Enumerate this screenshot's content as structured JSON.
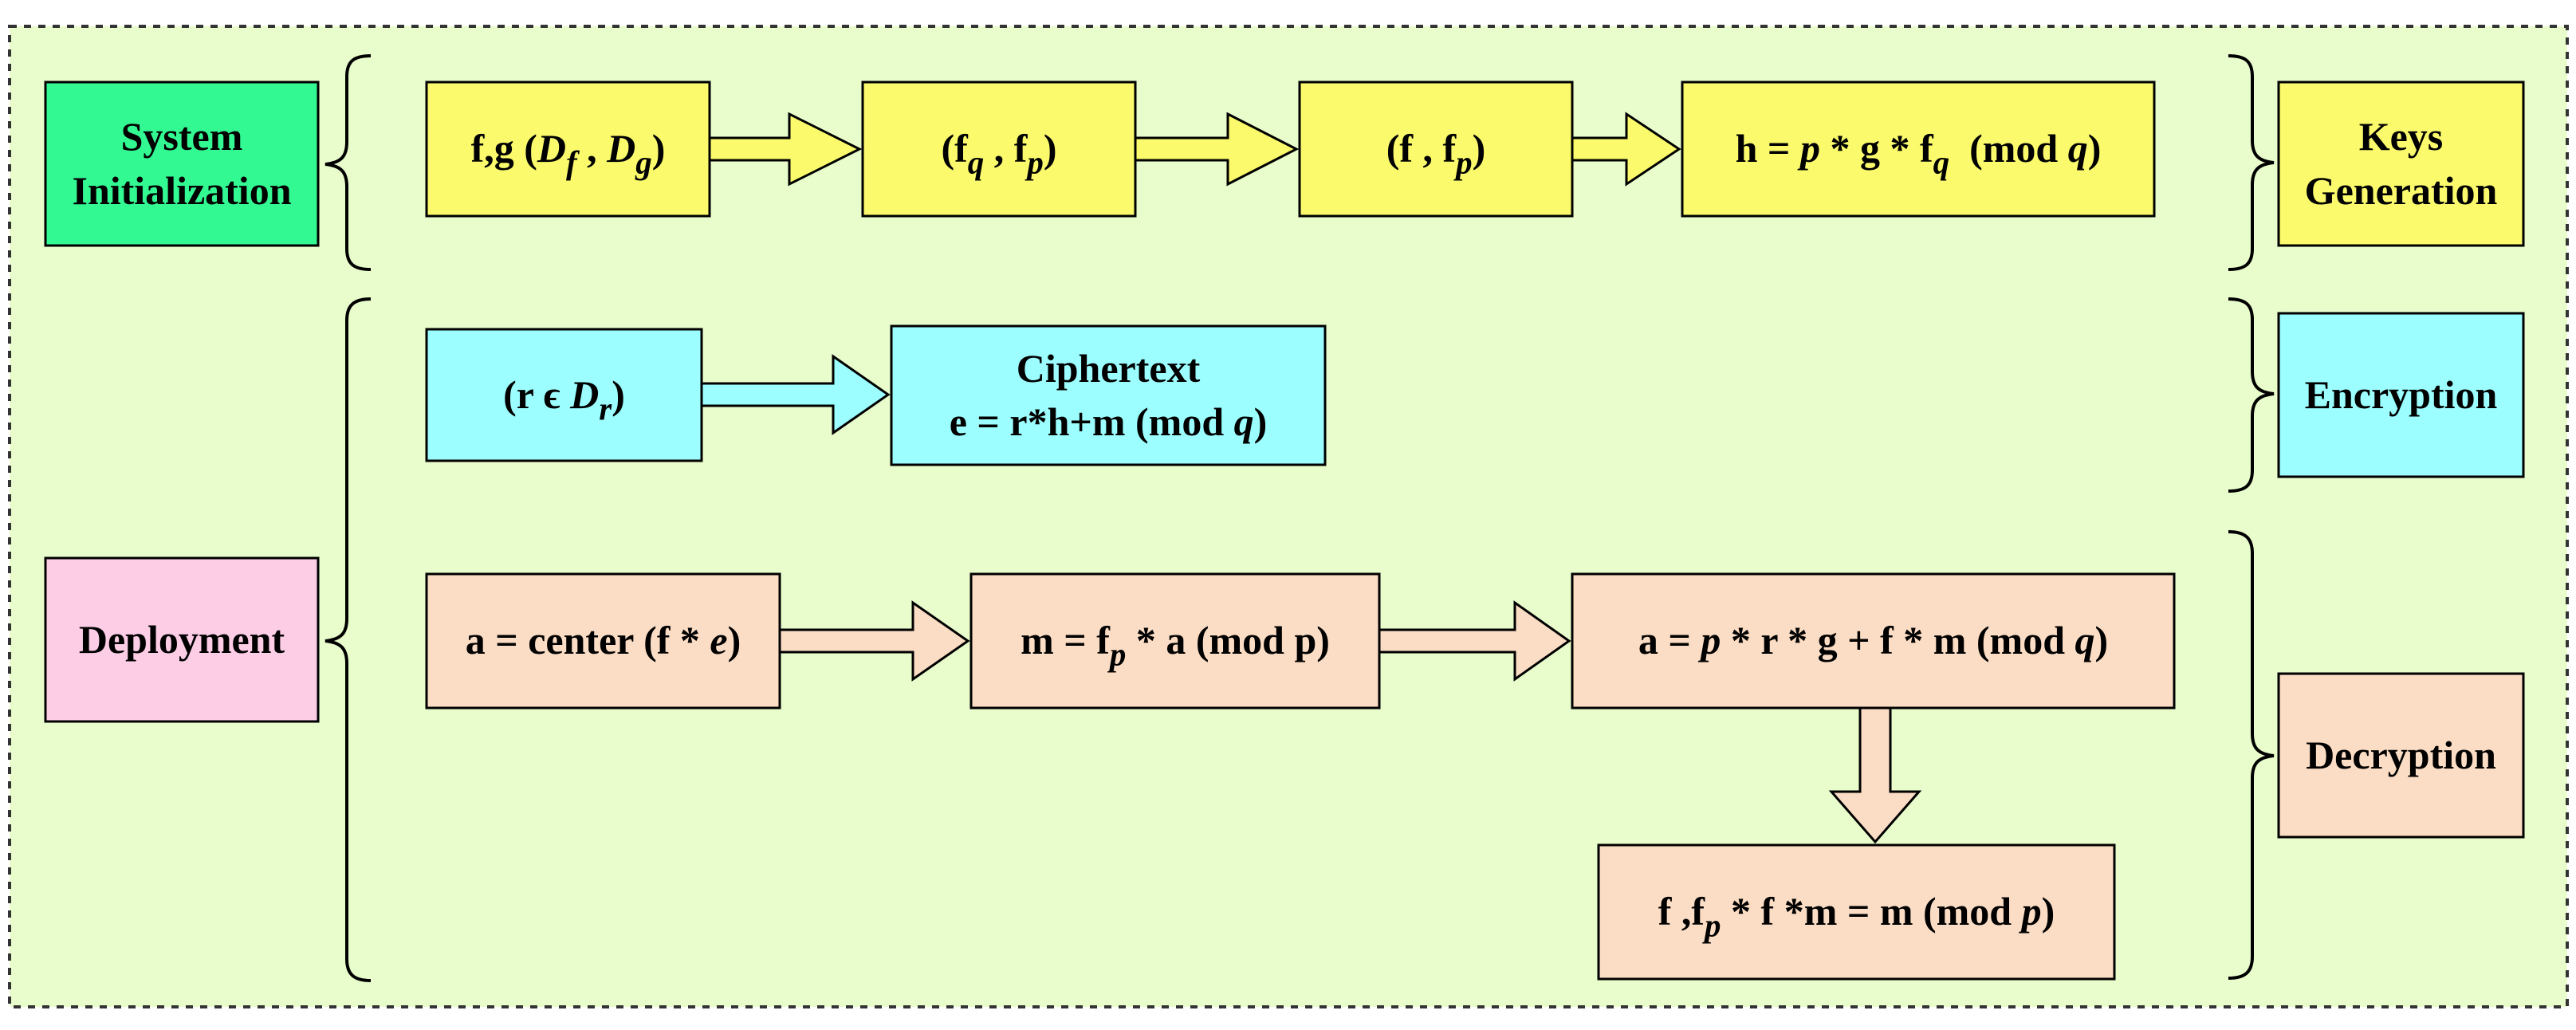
{
  "colors": {
    "background": "#e8fccc",
    "init": "#33f993",
    "keys": "#fafa6c",
    "encrypt": "#9cfefe",
    "decrypt": "#fbdcc4",
    "deploy": "#fdcde6",
    "border": "#000000"
  },
  "stages": {
    "system_init": [
      "System",
      "Initialization"
    ],
    "deployment": "Deployment",
    "keys_generation": [
      "Keys",
      "Generation"
    ],
    "encryption": "Encryption",
    "decryption": "Decryption"
  },
  "keygen": {
    "step1": {
      "a": "f,g (",
      "df_D": "D",
      "df_sub": "f",
      "comma": " , ",
      "dg_D": "D",
      "dg_sub": "g",
      "close": ")"
    },
    "step2": {
      "open": "(f",
      "q_sub": "q",
      "mid": " , f",
      "p_sub": "p",
      "close": ")"
    },
    "step3": {
      "open": "(f , f",
      "p_sub": "p",
      "close": ")"
    },
    "step4": {
      "a": "h = ",
      "p": "p",
      "b": " * g * f",
      "q_sub": "q",
      "c": "  (mod ",
      "q": "q",
      "close": ")"
    }
  },
  "encryption": {
    "r_box": {
      "open": "(r ϵ ",
      "D": "D",
      "r_sub": "r",
      "close": ")"
    },
    "cipher": {
      "title": "Ciphertext",
      "a": "e = r*h+m (mod ",
      "q": "q",
      "close": ")"
    }
  },
  "decryption": {
    "step1": {
      "a": "a = center (f * ",
      "e": "e",
      "close": ")"
    },
    "step2": {
      "a": "m = f",
      "p_sub": "p",
      "b": " * a (mod p)"
    },
    "step3": {
      "a": "a = ",
      "p": "p",
      "b": " * r * g + f * m (mod ",
      "q": "q",
      "close": ")"
    },
    "step4": {
      "a": "f ,f",
      "p_sub": "p",
      "b": " * f *m = m (mod ",
      "p": "p",
      "close": ")"
    }
  }
}
